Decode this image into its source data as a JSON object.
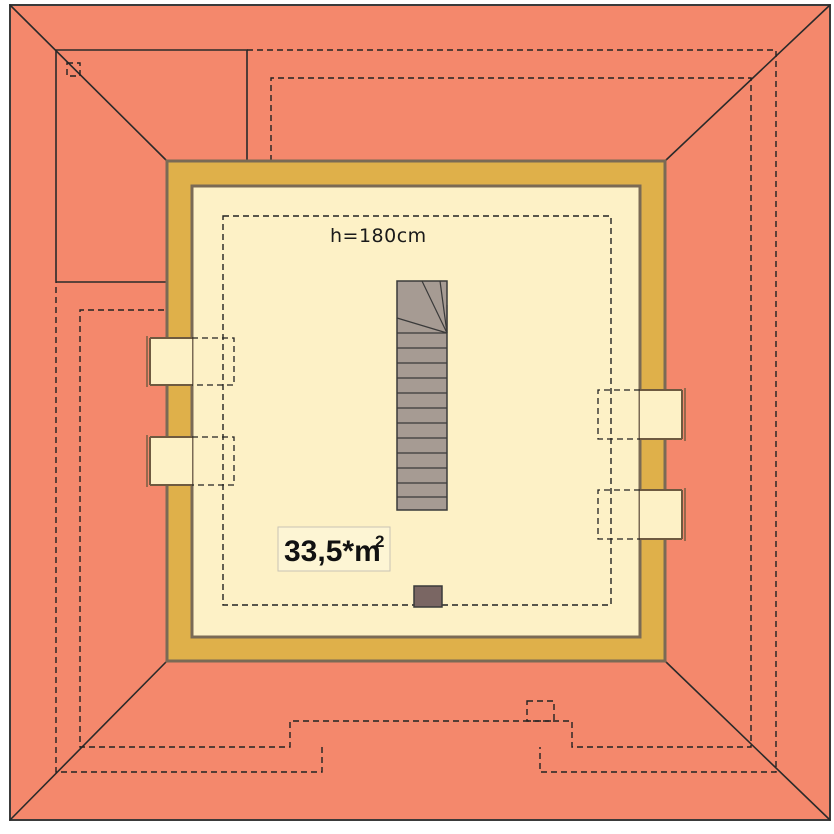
{
  "plan": {
    "height_label": "h=180cm",
    "area_value": "33,5*m",
    "area_exponent": "2"
  },
  "colors": {
    "roof": "#f4886c",
    "roof_outline": "#3a3a3a",
    "wall": "#dfb04a",
    "wall_outline": "#7a6a55",
    "floor": "#fdf1c6",
    "stairs": "#a69b93",
    "chimney": "#7a6663",
    "label_bg": "#fdf5d4",
    "dashed": "#222222"
  }
}
